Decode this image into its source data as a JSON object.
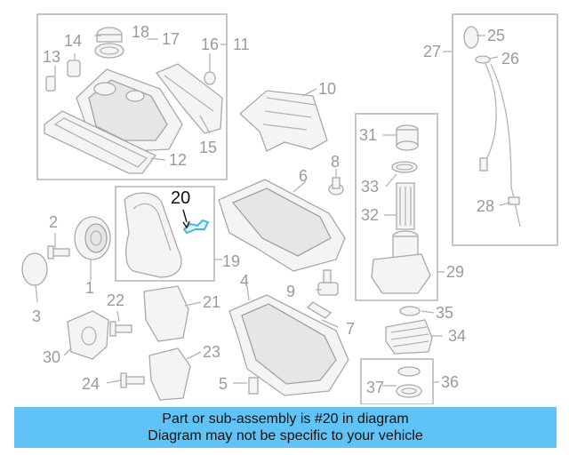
{
  "diagram": {
    "part_numbers": {
      "p1": "1",
      "p2": "2",
      "p3": "3",
      "p4": "4",
      "p5": "5",
      "p6": "6",
      "p7": "7",
      "p8": "8",
      "p9": "9",
      "p10": "10",
      "p11": "11",
      "p12": "12",
      "p13": "13",
      "p14": "14",
      "p15": "15",
      "p16": "16",
      "p17": "17",
      "p18": "18",
      "p19": "19",
      "p20": "20",
      "p21": "21",
      "p22": "22",
      "p23": "23",
      "p24": "24",
      "p25": "25",
      "p26": "26",
      "p27": "27",
      "p28": "28",
      "p29": "29",
      "p30": "30",
      "p31": "31",
      "p32": "32",
      "p33": "33",
      "p34": "34",
      "p35": "35",
      "p36": "36",
      "p37": "37"
    },
    "highlighted_part": "20",
    "colors": {
      "line": "#a9a9a9",
      "highlight": "#46b8d8",
      "banner": "#5fc4f5"
    }
  },
  "banner": {
    "line1": "Part or sub-assembly is #20 in diagram",
    "line2": "Diagram may not be specific to your vehicle"
  }
}
